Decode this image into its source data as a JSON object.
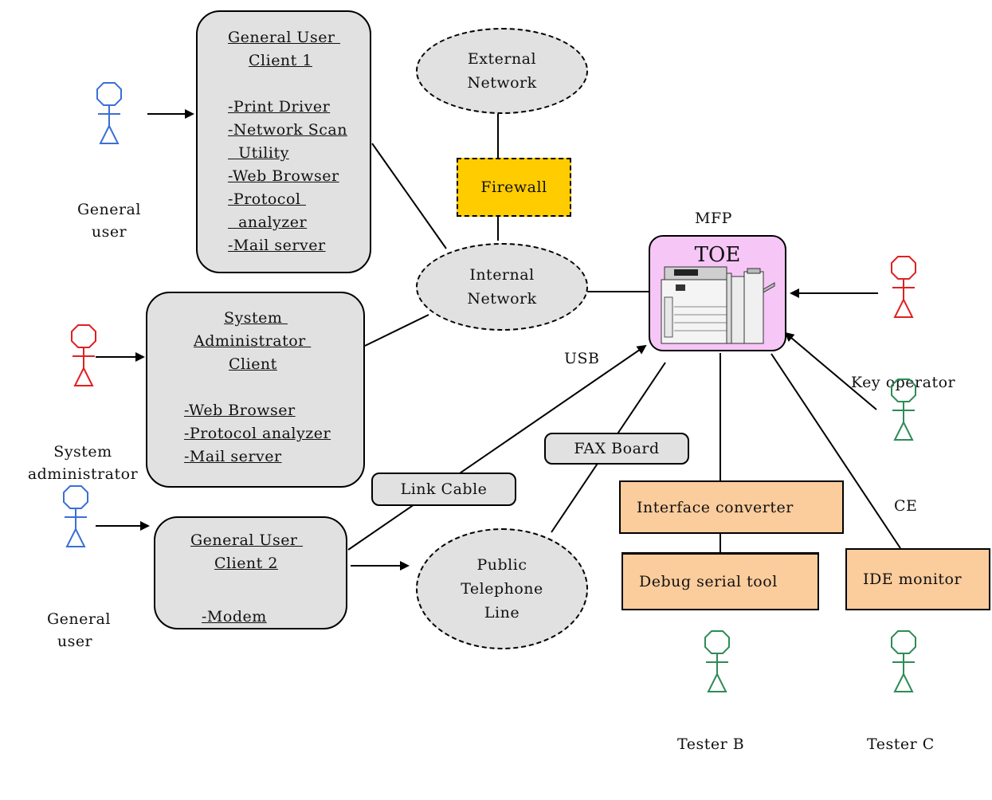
{
  "client1": {
    "title": [
      "General User ",
      "Client 1"
    ],
    "items": [
      "-Print Driver",
      "-Network Scan",
      "  Utility",
      "-Web Browser",
      "-Protocol ",
      "  analyzer",
      "-Mail server"
    ]
  },
  "sysadmin_client": {
    "title": [
      "System ",
      "Administrator ",
      "Client"
    ],
    "items": [
      "-Web Browser",
      "-Protocol analyzer",
      "-Mail server"
    ]
  },
  "client2": {
    "title": [
      "General User ",
      "Client 2"
    ],
    "items": [
      "-Modem"
    ]
  },
  "networks": {
    "external": [
      "External",
      "Network"
    ],
    "internal": [
      "Internal",
      "Network"
    ],
    "phone": [
      "Public",
      "Telephone",
      "Line"
    ]
  },
  "firewall": "Firewall",
  "mfp": {
    "label": "MFP",
    "toe": "TOE"
  },
  "usb": "USB",
  "link_cable": "Link Cable",
  "fax_board": "FAX Board",
  "interface_converter": "Interface converter",
  "debug_serial_tool": "Debug serial tool",
  "ide_monitor": "IDE monitor",
  "actors": {
    "general_user_1": [
      "General",
      "user"
    ],
    "system_admin": [
      "System",
      "administrator"
    ],
    "general_user_2": [
      "General",
      "user"
    ],
    "key_operator": [
      "Key operator"
    ],
    "ce": [
      "CE"
    ],
    "tester_b": [
      "Tester B"
    ],
    "tester_c": [
      "Tester C"
    ]
  },
  "colors": {
    "user_actor": "#3a6fd8",
    "admin_actor": "#e02020",
    "tester_actor": "#2e8b57",
    "box_gray": "#e1e1e1",
    "firewall": "#ffcc00",
    "mfp_bg": "#f6c6f6",
    "tool_orange": "#fbcc9c"
  }
}
